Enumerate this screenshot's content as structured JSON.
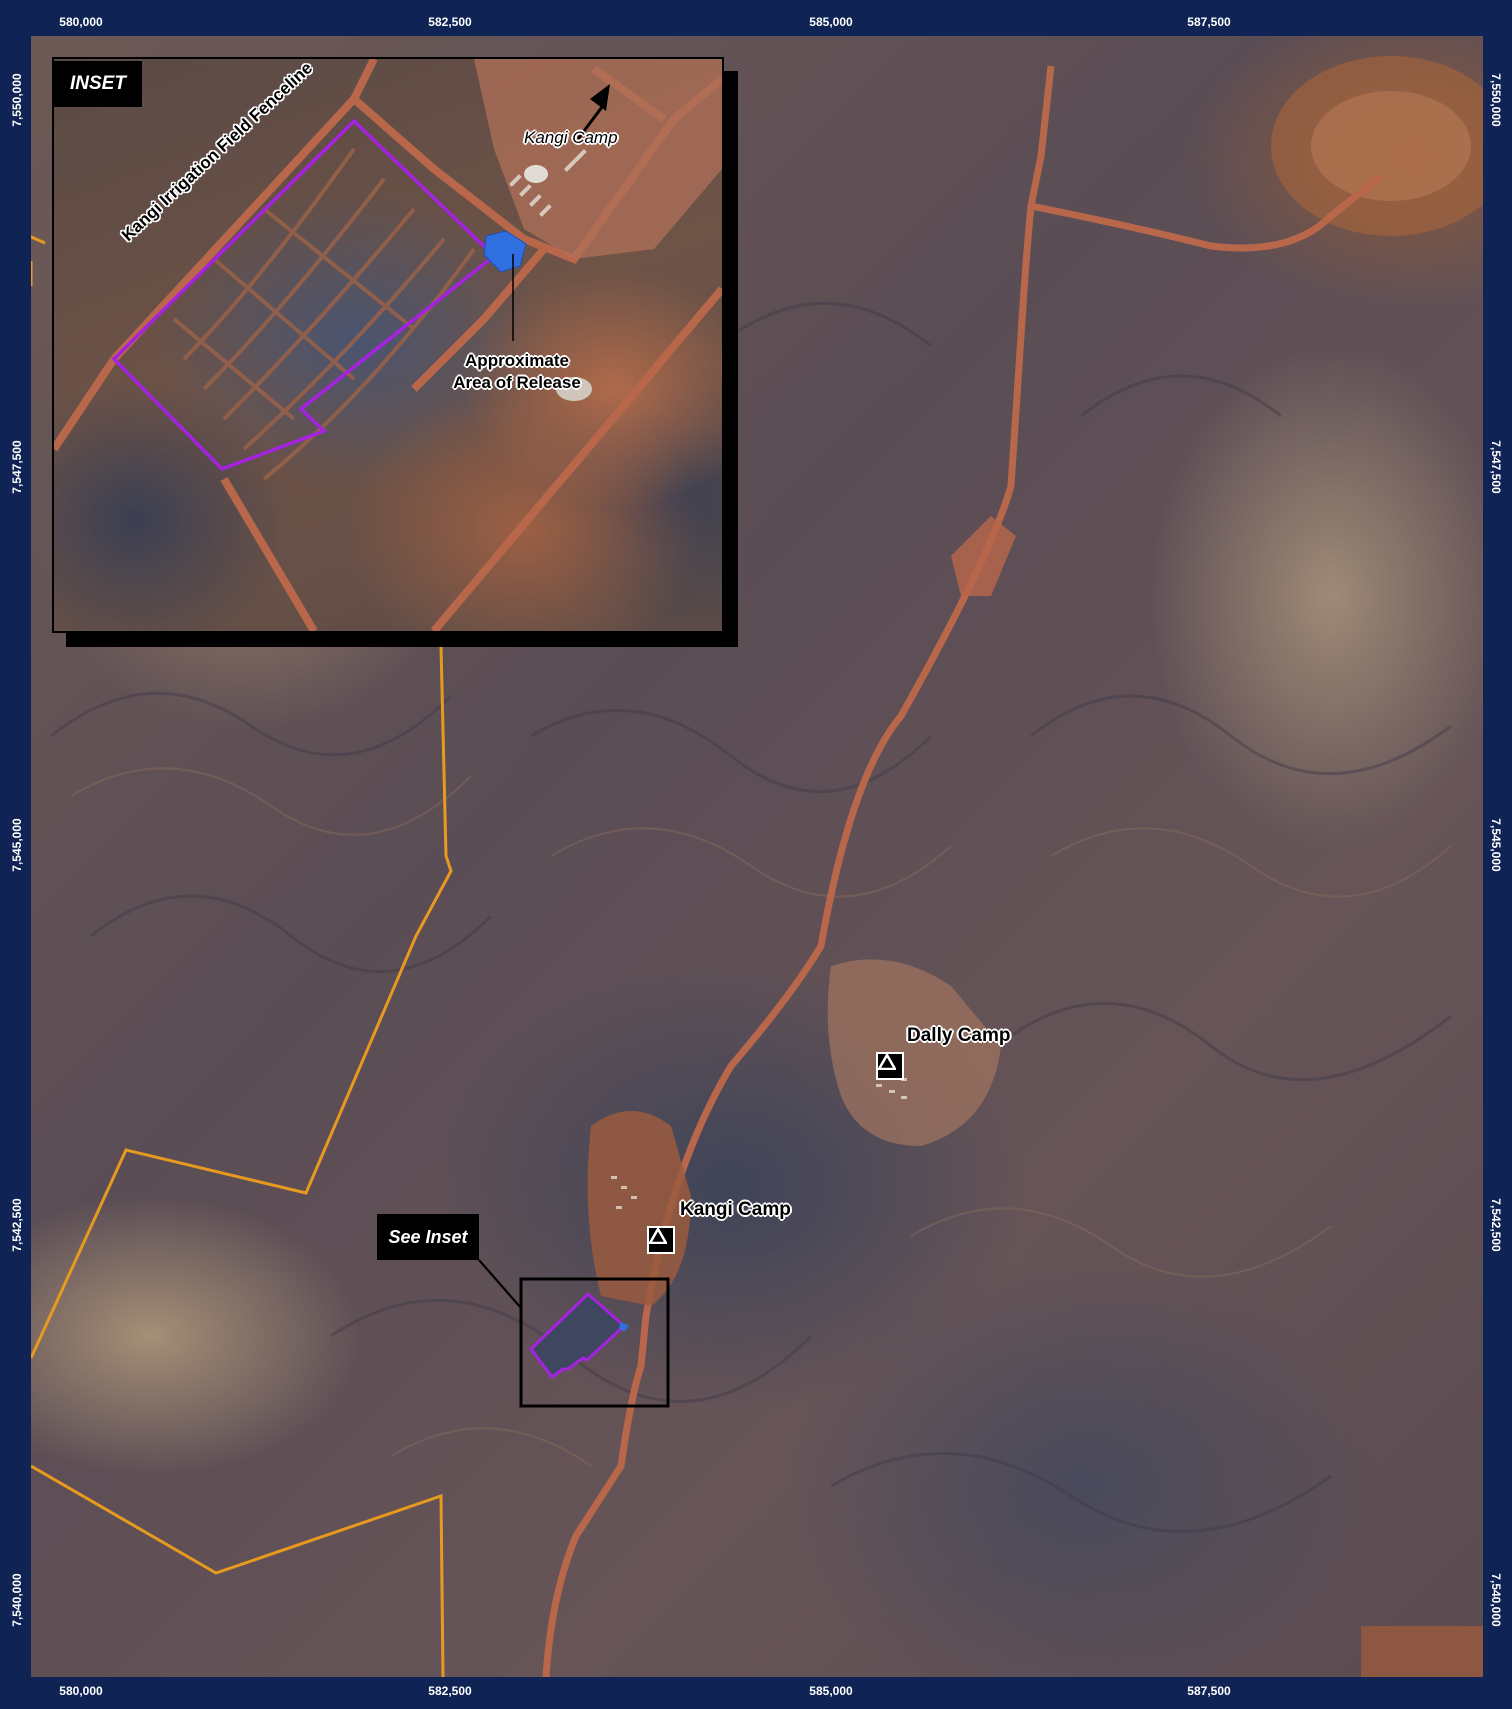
{
  "axes": {
    "easting_ticks": [
      "580,000",
      "582,500",
      "585,000",
      "587,500"
    ],
    "northing_ticks": [
      "7,550,000",
      "7,547,500",
      "7,545,000",
      "7,542,500",
      "7,540,000"
    ]
  },
  "inset": {
    "title": "INSET",
    "labels": {
      "fenceline": "Kangi Irrigation Field Fenceline",
      "camp": "Kangi Camp",
      "release_line1": "Approximate",
      "release_line2": "Area of Release"
    }
  },
  "map_labels": {
    "see_inset": "See Inset",
    "dally_camp": "Dally Camp",
    "kangi_camp": "Kangi Camp"
  },
  "colors": {
    "frame": "#0f2454",
    "boundary": "#e89a1f",
    "fenceline": "#a522e0",
    "release_area": "#2f6fe0",
    "road": "#b8674a"
  },
  "icons": {
    "camp": "camp-triangle-icon",
    "direction": "arrow-northeast-icon"
  }
}
